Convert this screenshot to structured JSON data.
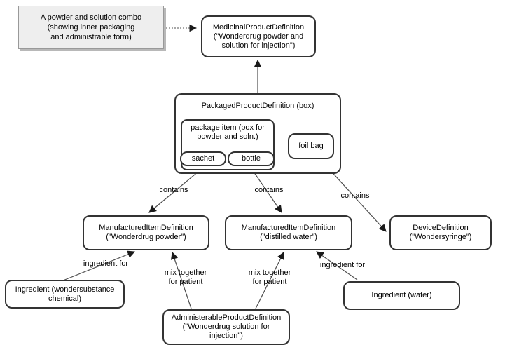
{
  "colors": {
    "box_border": "#333333",
    "box_fill": "#ffffff",
    "note_fill": "#eeeeee",
    "note_border": "#999999",
    "note_shadow": "#b8b8b8",
    "edge_line": "#4d4d4d",
    "arrowhead": "#1a1a1a",
    "text": "#000000"
  },
  "note": {
    "text": "A powder and solution combo\n(showing inner packaging\nand administrable form)"
  },
  "nodes": {
    "medicinal": "MedicinalProductDefinition\n(\"Wonderdrug powder and\nsolution for injection\")",
    "packaged": "PackagedProductDefinition (box)",
    "package_item": "package item (box for\npowder and soln.)",
    "sachet": "sachet",
    "bottle": "bottle",
    "foil_bag": "foil bag",
    "manufactured_powder": "ManufacturedItemDefinition\n(\"Wonderdrug powder\")",
    "manufactured_water": "ManufacturedItemDefinition\n(\"distilled water\")",
    "device": "DeviceDefinition\n(\"Wondersyringe\")",
    "ingredient_chemical": "Ingredient (wondersubstance\nchemical)",
    "ingredient_water": "Ingredient (water)",
    "administerable": "AdministerableProductDefinition\n(\"Wonderdrug solution for\ninjection\")"
  },
  "edge_labels": {
    "contains_sachet": "contains",
    "contains_bottle": "contains",
    "contains_foil_bag": "contains",
    "ingredient_for_powder": "ingredient for",
    "ingredient_for_water": "ingredient for",
    "mix_together_powder": "mix together\nfor patient",
    "mix_together_water": "mix together\nfor patient"
  }
}
